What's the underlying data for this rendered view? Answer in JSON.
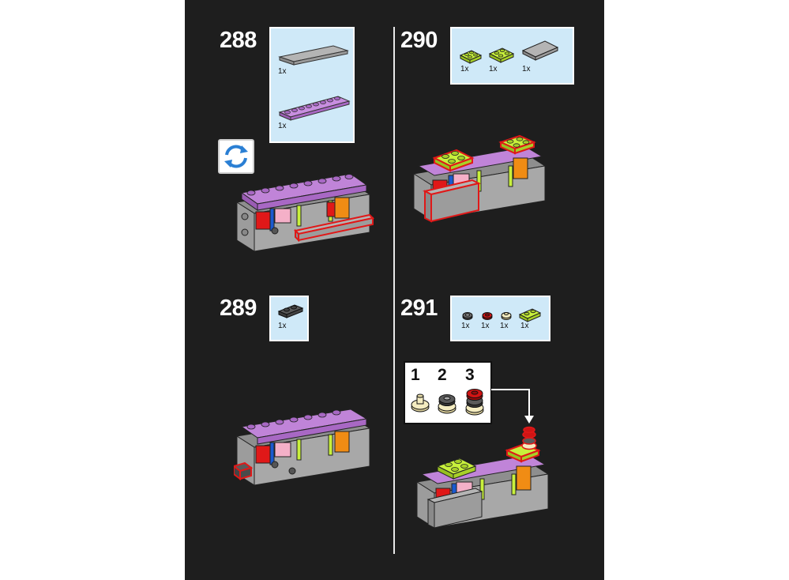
{
  "steps": [
    {
      "number": "288",
      "parts": [
        {
          "icon": "gray-tile-1x6-icon",
          "qty": "1x"
        },
        {
          "icon": "lavender-plate-1x8-icon",
          "qty": "1x"
        }
      ]
    },
    {
      "number": "289",
      "parts": [
        {
          "icon": "dark-gray-plate-1x2-icon",
          "qty": "1x"
        }
      ]
    },
    {
      "number": "290",
      "parts": [
        {
          "icon": "lime-plate-2x2-icon",
          "qty": "1x"
        },
        {
          "icon": "lime-plate-2x2-icon",
          "qty": "1x"
        },
        {
          "icon": "gray-tile-2x4-icon",
          "qty": "1x"
        }
      ]
    },
    {
      "number": "291",
      "parts": [
        {
          "icon": "dark-round-plate-icon",
          "qty": "1x"
        },
        {
          "icon": "red-round-plate-icon",
          "qty": "1x"
        },
        {
          "icon": "tan-round-plate-icon",
          "qty": "1x"
        },
        {
          "icon": "lime-plate-1x2-icon",
          "qty": "1x"
        }
      ]
    }
  ],
  "subassembly": {
    "labels": [
      "1",
      "2",
      "3"
    ]
  },
  "colors": {
    "background": "#1e1e1e",
    "callout": "#cfe9f8",
    "lime": "#c8f03c",
    "lavender": "#c084d8",
    "red": "#e01818",
    "gray": "#a8a8a8"
  }
}
